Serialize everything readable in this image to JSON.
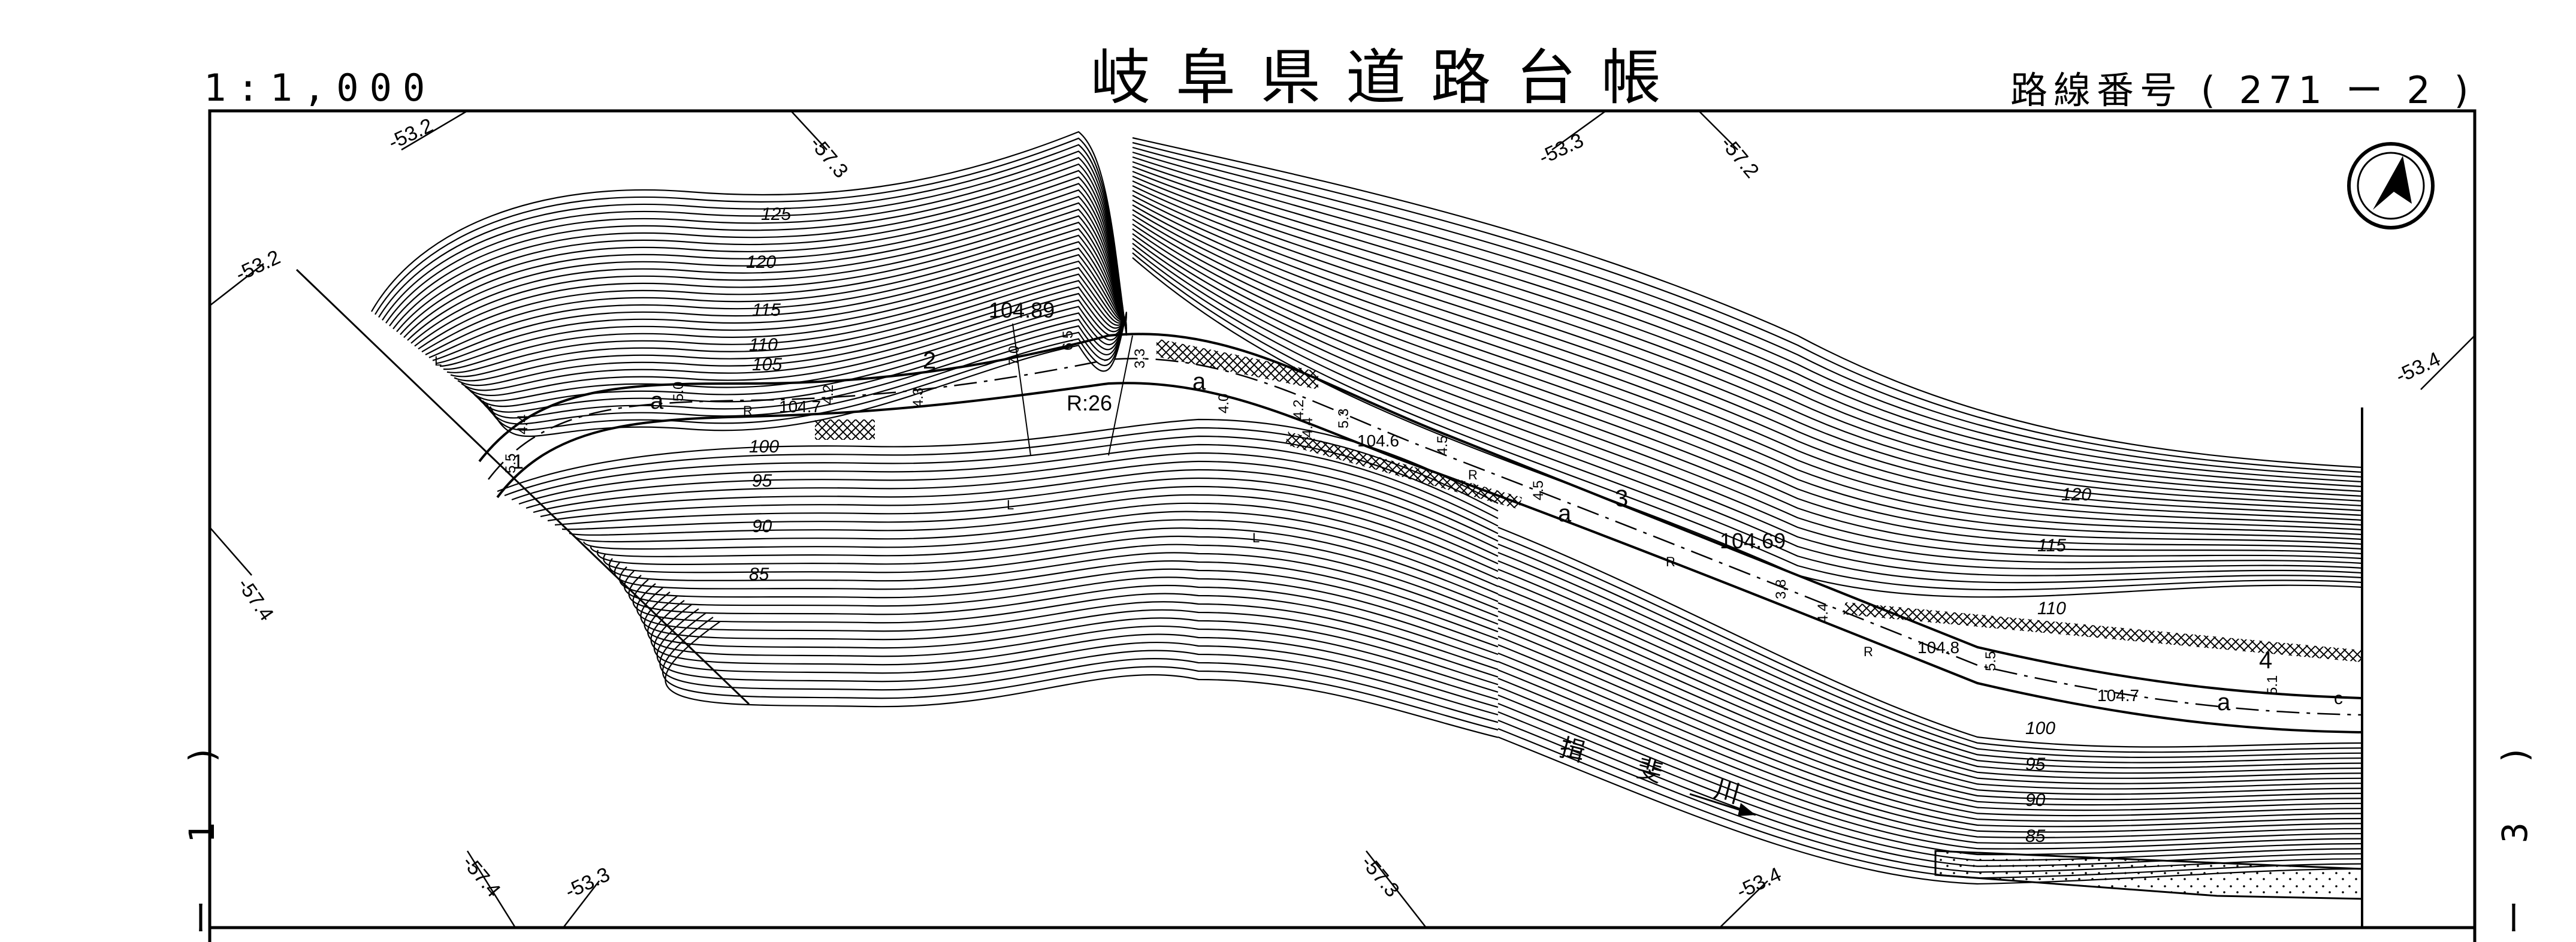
{
  "header": {
    "scale": "1:1,000",
    "title": "岐阜県道路台帳",
    "route_label": "路線番号",
    "route_value": "( 271 ー 2 )"
  },
  "sheet_edges": {
    "left": "ー 1 )",
    "right": "ー 3 )"
  },
  "map": {
    "coord_ticks": {
      "top_left_a": "-53.2",
      "top_left_b": "-57.3",
      "left_upper": "-53.2",
      "top_mid_a": "-53.3",
      "top_mid_b": "-57.2",
      "right_mid": "-53.4",
      "left_lower": "-57.4",
      "bottom_left_a": "-57.4",
      "bottom_left_b": "-53.3",
      "bottom_mid_a": "-57.3",
      "bottom_mid_b": "-53.4"
    },
    "contours_upper": [
      "125",
      "120",
      "115",
      "110",
      "105"
    ],
    "contours_lower": [
      "100",
      "95",
      "90",
      "85"
    ],
    "contours_right": [
      "120",
      "115",
      "110",
      "100",
      "95",
      "90",
      "85"
    ],
    "elevations": [
      "104.89",
      "104.7",
      "104.6",
      "104.69",
      "104.8",
      "104.7"
    ],
    "curve_radius": "R:26",
    "river_name": "揖 斐 川",
    "section_numbers": [
      "1",
      "2",
      "3",
      "4"
    ],
    "widths": [
      "5.0",
      "4.2",
      "4.3",
      "4.4",
      "5.5",
      "7.0",
      "6.5",
      "3.3",
      "4.0",
      "4.2",
      "4.4",
      "5.3",
      "4.5",
      "4.5",
      "3.8",
      "4.4",
      "5.5",
      "5.1"
    ],
    "marks": {
      "a": "a",
      "R": "R",
      "c": "c",
      "L": "L"
    },
    "north_arrow": "north-arrow"
  }
}
